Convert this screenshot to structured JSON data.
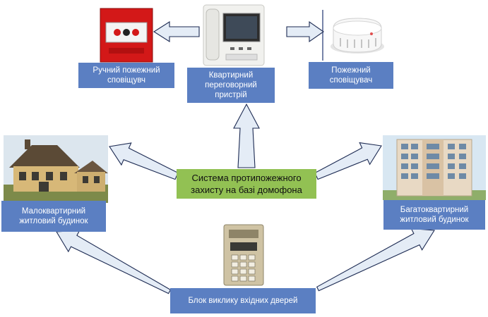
{
  "colors": {
    "label_box": "#5b7fc2",
    "center_box": "#92c153",
    "arrow_fill": "#e4ecf6",
    "arrow_stroke": "#1c2a52"
  },
  "nodes": {
    "manual_call_point": "Ручний пожежний сповіщувч",
    "intercom_handset": "Квартирний переговорний пристрій",
    "smoke_detector": "Пожежний сповіщувач",
    "center": "Система протипожежного захисту на базі домофона",
    "small_building": "Малоквартирний житловий будинок",
    "large_building": "Багатоквартирний житловий будинок",
    "entrance_panel": "Блок виклику вхідних дверей"
  },
  "icons": {
    "manual_call_point": "manual-call-point-icon",
    "intercom_handset": "intercom-monitor-icon",
    "smoke_detector": "smoke-detector-icon",
    "small_building": "house-photo-icon",
    "large_building": "apartment-building-icon",
    "entrance_panel": "door-call-panel-icon"
  }
}
